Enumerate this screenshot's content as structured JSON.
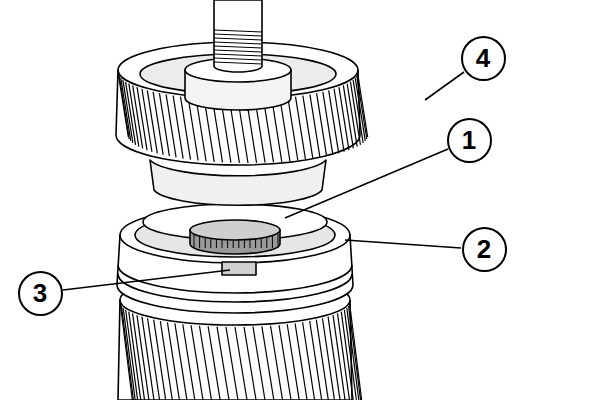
{
  "diagram": {
    "labels": [
      "4",
      "1",
      "2",
      "3"
    ]
  }
}
